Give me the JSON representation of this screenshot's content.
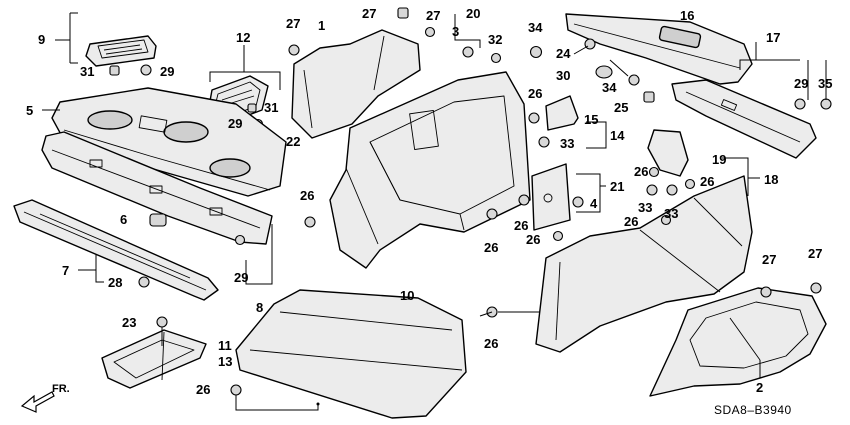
{
  "diagram_code": "SDA8–B3940",
  "direction_label": "FR.",
  "callouts": {
    "c1": "1",
    "c2": "2",
    "c4": "4",
    "c5": "5",
    "c6": "6",
    "c7": "7",
    "c8": "8",
    "c9": "9",
    "c10": "10",
    "c11": "11",
    "c12": "12",
    "c13": "13",
    "c14": "14",
    "c15": "15",
    "c16": "16",
    "c17": "17",
    "c18": "18",
    "c19": "19",
    "c20": "20",
    "c21": "21",
    "c22": "22",
    "c23": "23",
    "c24": "24",
    "c25": "25",
    "c26a": "26",
    "c26b": "26",
    "c26c": "26",
    "c26d": "26",
    "c26e": "26",
    "c26f": "26",
    "c26g": "26",
    "c26h": "26",
    "c26i": "26",
    "c27a": "27",
    "c27b": "27",
    "c27c": "27",
    "c27d": "27",
    "c27e": "27",
    "c28": "28",
    "c29a": "29",
    "c29b": "29",
    "c29c": "29",
    "c29d": "29",
    "c30": "30",
    "c31a": "31",
    "c31b": "31",
    "c32": "32",
    "c33a": "33",
    "c33b": "33",
    "c33c": "33",
    "c34a": "34",
    "c34b": "34",
    "c35": "35",
    "c3": "3"
  },
  "colors": {
    "line": "#000000",
    "part_fill": "#ececec",
    "background": "#ffffff"
  }
}
